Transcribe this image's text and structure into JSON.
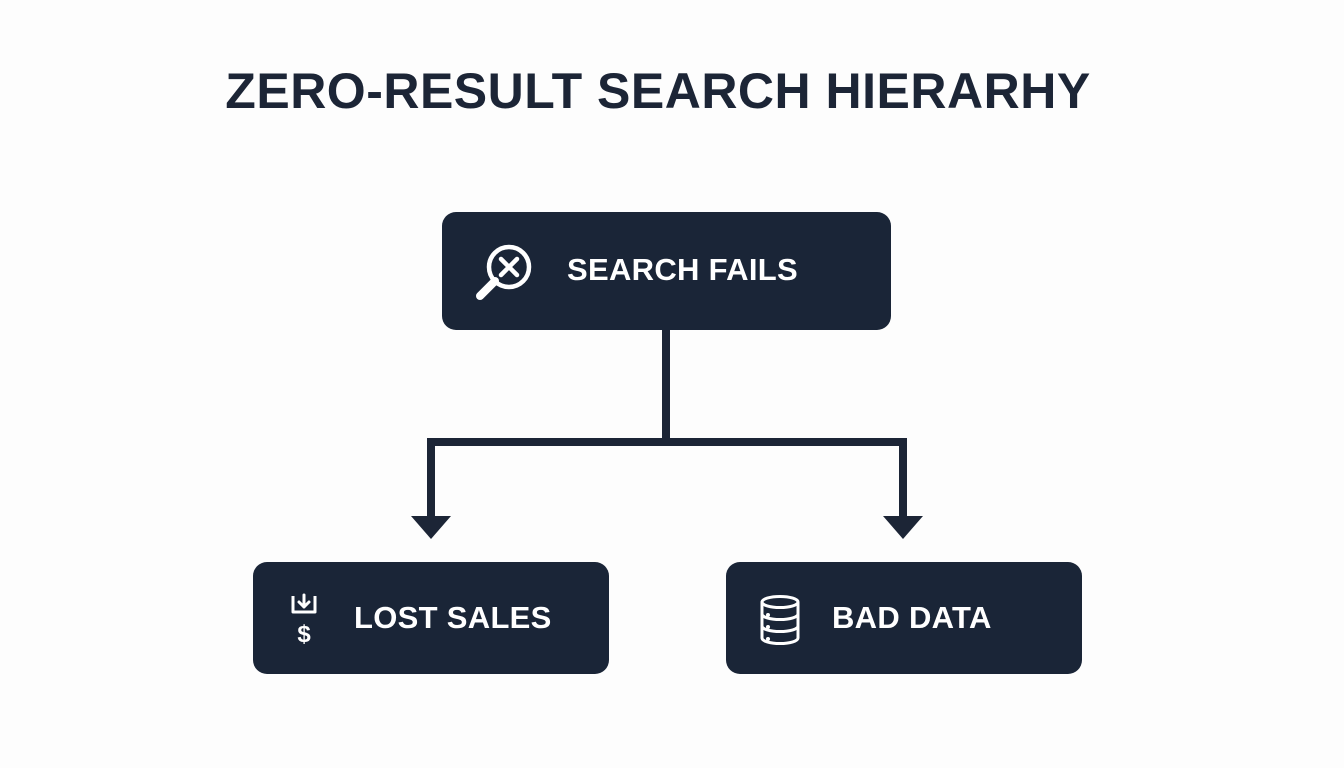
{
  "title": "ZERO-RESULT SEARCH HIERARHY",
  "colors": {
    "background": "#fdfdfd",
    "node_fill": "#1a2537",
    "connector": "#1c2536",
    "text_on_node": "#ffffff",
    "title_text": "#1c2536"
  },
  "nodes": {
    "root": {
      "label": "SEARCH FAILS",
      "icon": "search-error-icon"
    },
    "left": {
      "label": "LOST SALES",
      "icon": "download-dollar-icon"
    },
    "right": {
      "label": "BAD DATA",
      "icon": "database-icon"
    }
  }
}
